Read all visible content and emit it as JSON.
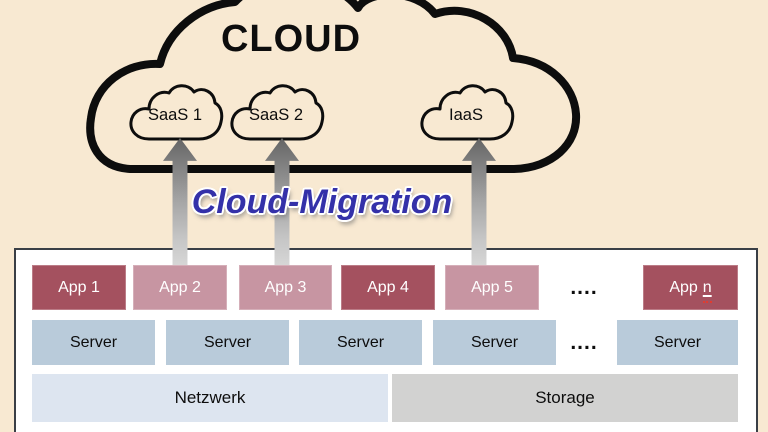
{
  "colors": {
    "background": "#f8e9d2",
    "app_dark": "#a4515f",
    "app_light": "#c795a2",
    "server_fill": "#b9cbda",
    "network_fill": "#dde5f0",
    "storage_fill": "#d2d2d1",
    "arrow_gray": "#8a8a8a",
    "migration_blue": "#3431a9",
    "outline_black": "#111111"
  },
  "cloud": {
    "title": "CLOUD",
    "services": [
      {
        "label": "SaaS 1"
      },
      {
        "label": "SaaS 2"
      },
      {
        "label": "IaaS"
      }
    ]
  },
  "migration": {
    "label": "Cloud-Migration"
  },
  "datacenter": {
    "apps": [
      {
        "label": "App 1",
        "tone": "dark"
      },
      {
        "label": "App 2",
        "tone": "light"
      },
      {
        "label": "App 3",
        "tone": "light"
      },
      {
        "label": "App 4",
        "tone": "dark"
      },
      {
        "label": "App 5",
        "tone": "light"
      }
    ],
    "app_n": {
      "prefix": "App",
      "char": "n",
      "tone": "dark"
    },
    "apps_ellipsis": "....",
    "servers": [
      "Server",
      "Server",
      "Server",
      "Server",
      "Server"
    ],
    "servers_ellipsis": "....",
    "network_label": "Netzwerk",
    "storage_label": "Storage"
  }
}
